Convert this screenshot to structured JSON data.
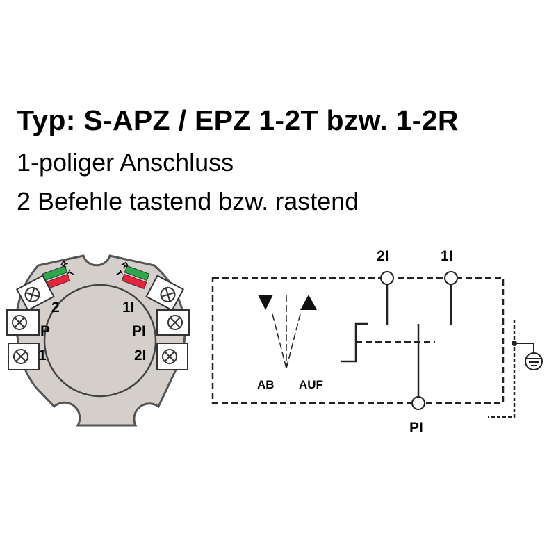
{
  "heading": {
    "title": "Typ: S-APZ / EPZ 1-2T bzw. 1-2R",
    "line1": "1-poliger Anschluss",
    "line2": "2 Befehle tastend bzw. rastend"
  },
  "connector": {
    "left_labels": [
      "2",
      "P",
      "1"
    ],
    "right_labels": [
      "1I",
      "PI",
      "2I"
    ],
    "mode_marks": [
      "R",
      "T"
    ],
    "colors": {
      "green": "#2ea84a",
      "red": "#e8243c",
      "body": "#d4cfcb",
      "rim": "#b9b4b0"
    }
  },
  "schematic": {
    "terminal_top_left": "2I",
    "terminal_top_right": "1I",
    "terminal_bottom": "PI",
    "direction_down": "AB",
    "direction_up": "AUF",
    "ground_icon": "earth-ground-icon"
  }
}
